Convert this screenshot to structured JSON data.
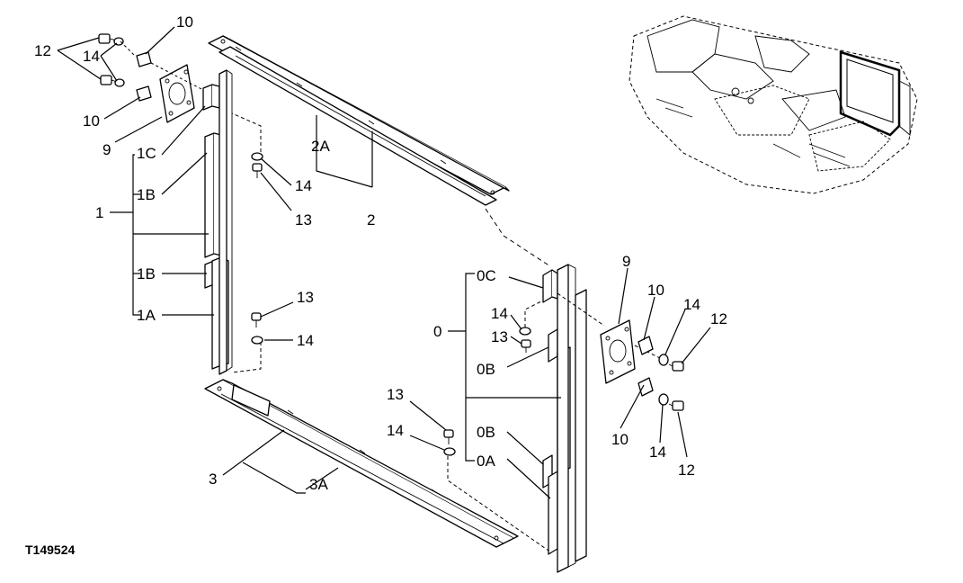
{
  "figure_id": "T149524",
  "callouts": {
    "c_12_tl": "12",
    "c_14_tl": "14",
    "c_10_tl_top": "10",
    "c_10_tl_bot": "10",
    "c_9_left": "9",
    "c_1C": "1C",
    "c_1B_top": "1B",
    "c_1": "1",
    "c_1B_bot": "1B",
    "c_1A": "1A",
    "c_14_upper": "14",
    "c_13_upper": "13",
    "c_2A": "2A",
    "c_2": "2",
    "c_13_mid": "13",
    "c_14_mid": "14",
    "c_3": "3",
    "c_3A": "3A",
    "c_13_low": "13",
    "c_14_low": "14",
    "c_0": "0",
    "c_0C": "0C",
    "c_14_r": "14",
    "c_13_r": "13",
    "c_0B_top": "0B",
    "c_0B_bot": "0B",
    "c_0A": "0A",
    "c_9_right": "9",
    "c_10_r_top": "10",
    "c_14_r_top": "14",
    "c_12_r_top": "12",
    "c_10_r_bot": "10",
    "c_14_r_bot": "14",
    "c_12_r_bot": "12"
  }
}
